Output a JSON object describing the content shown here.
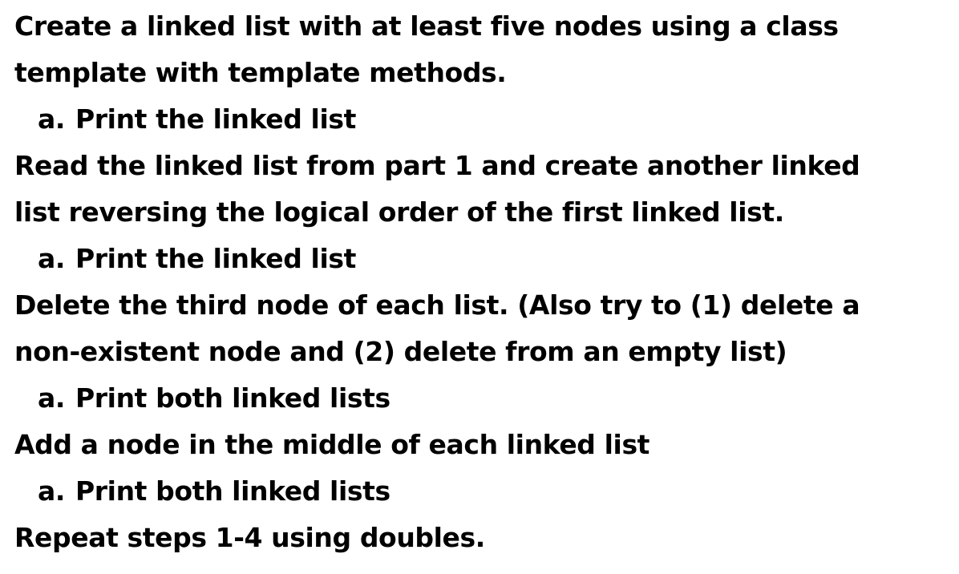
{
  "page": {
    "background_color": "#ffffff",
    "text_color": "#000000"
  },
  "steps": [
    {
      "lines": [
        "Create a linked list with at least five nodes using a class",
        "template with template methods."
      ],
      "sub_items": [
        {
          "marker": "a.",
          "text": "Print the linked list"
        }
      ]
    },
    {
      "lines": [
        "Read the linked list from part 1 and create another linked",
        "list reversing the logical order of the first linked list."
      ],
      "sub_items": [
        {
          "marker": "a.",
          "text": "Print the linked list"
        }
      ]
    },
    {
      "lines": [
        "Delete the third node of each list. (Also try to (1) delete a",
        "non-existent node and (2) delete from an empty list)"
      ],
      "sub_items": [
        {
          "marker": "a.",
          "text": "Print both linked lists"
        }
      ]
    },
    {
      "lines": [
        "Add a node in the middle of each linked list"
      ],
      "sub_items": [
        {
          "marker": "a.",
          "text": "Print both linked lists"
        }
      ]
    },
    {
      "lines": [
        "Repeat steps 1-4 using doubles."
      ],
      "sub_items": []
    }
  ]
}
